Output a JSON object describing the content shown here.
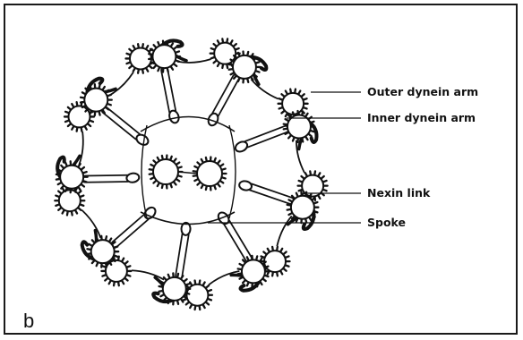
{
  "labels": {
    "outer_dynein_arm": "Outer dynein arm",
    "inner_dynein_arm": "Inner dynein arm",
    "nexin_link": "Nexin link",
    "spoke": "Spoke"
  },
  "panel_letter": "b",
  "colors": {
    "stroke": "#111111",
    "background": "#ffffff"
  },
  "structure": {
    "outer_doublets": 9,
    "central_singlets": 2
  }
}
